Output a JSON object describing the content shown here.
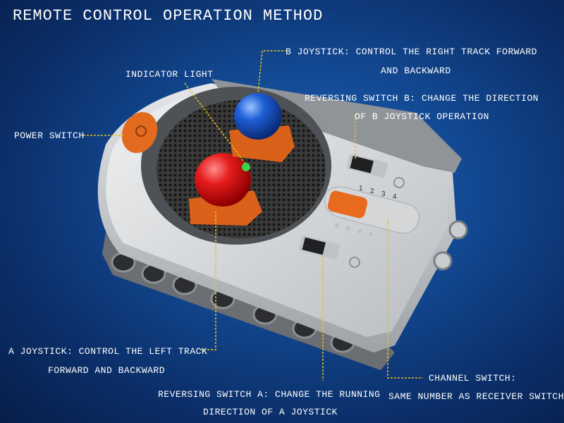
{
  "title": "REMOTE CONTROL OPERATION METHOD",
  "colors": {
    "callout": "#e8c21c",
    "background": "#134a94"
  },
  "callouts": {
    "b_joystick": [
      "B JOYSTICK: CONTROL THE RIGHT TRACK FORWARD",
      "AND BACKWARD"
    ],
    "indicator_light": "INDICATOR LIGHT",
    "reversing_switch_b": [
      "REVERSING SWITCH B: CHANGE THE DIRECTION",
      "OF B JOYSTICK OPERATION"
    ],
    "power_switch": "POWER SWITCH",
    "a_joystick": [
      "A JOYSTICK: CONTROL THE LEFT TRACK",
      "FORWARD AND BACKWARD"
    ],
    "channel_switch": [
      "CHANNEL SWITCH:",
      "SAME NUMBER AS RECEIVER SWITCH"
    ],
    "reversing_switch_a": [
      "REVERSING SWITCH A: CHANGE THE RUNNING",
      "DIRECTION OF A JOYSTICK"
    ]
  },
  "channel_numbers": [
    "1",
    "2",
    "3",
    "4"
  ]
}
